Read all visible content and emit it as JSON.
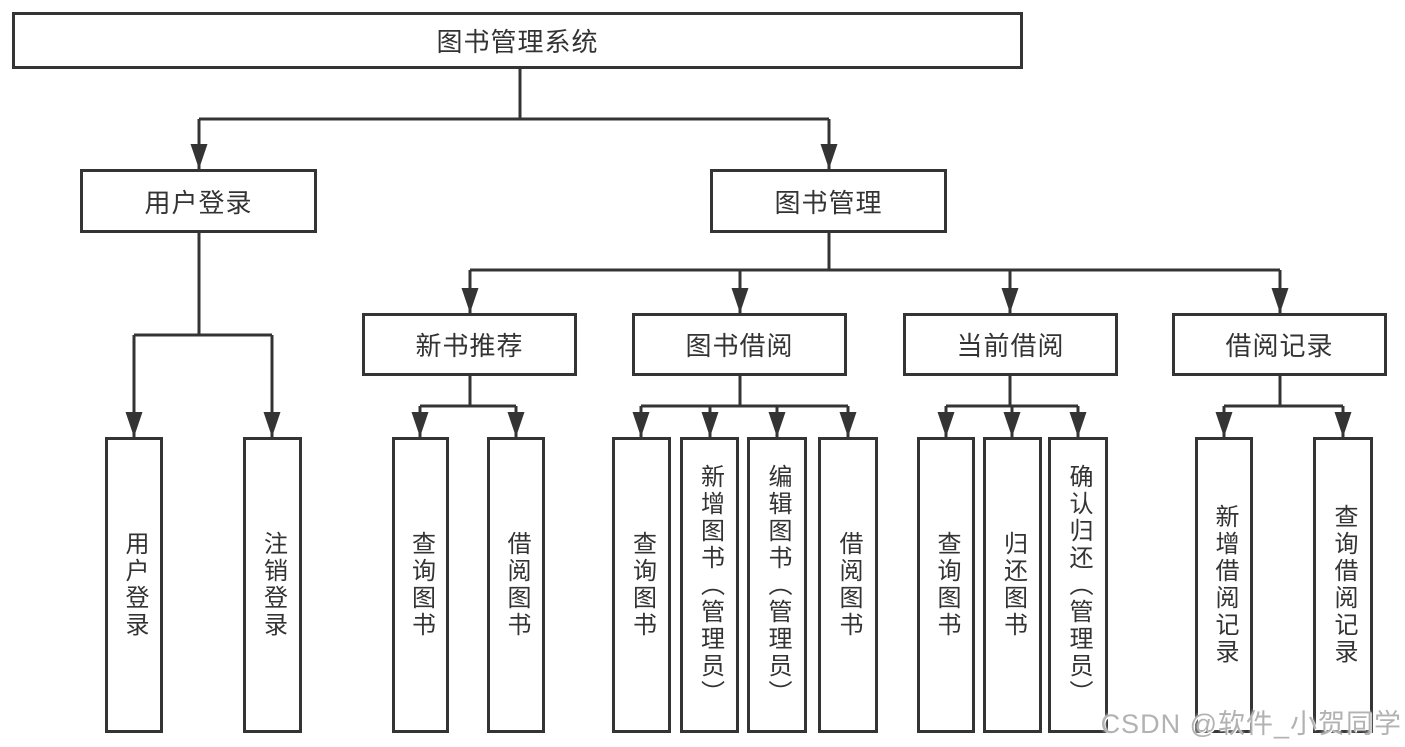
{
  "diagram": {
    "root": "图书管理系统",
    "branches": [
      {
        "label": "用户登录",
        "leaves": [
          "用户登录",
          "注销登录"
        ]
      },
      {
        "label": "图书管理",
        "groups": [
          {
            "label": "新书推荐",
            "leaves": [
              "查询图书",
              "借阅图书"
            ]
          },
          {
            "label": "图书借阅",
            "leaves": [
              "查询图书",
              "新增图书（管理员）",
              "编辑图书（管理员）",
              "借阅图书"
            ]
          },
          {
            "label": "当前借阅",
            "leaves": [
              "查询图书",
              "归还图书",
              "确认归还（管理员）"
            ]
          },
          {
            "label": "借阅记录",
            "leaves": [
              "新增借阅记录",
              "查询借阅记录"
            ]
          }
        ]
      }
    ]
  },
  "watermark": "CSDN @软件_小贺同学",
  "colors": {
    "line": "#343434",
    "text": "#333333",
    "background": "#ffffff",
    "watermark": "#b2b2b2"
  }
}
